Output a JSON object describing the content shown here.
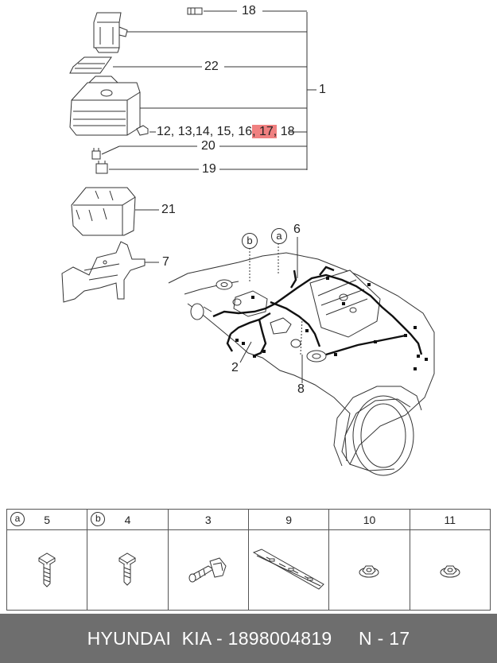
{
  "callouts": {
    "n18": "18",
    "n22": "22",
    "n1": "1",
    "seq_a": "12, 13,14, 15, 16",
    "seq_hl": ", 17,",
    "seq_b": " 18",
    "n20": "20",
    "n19": "19",
    "n21": "21",
    "n7": "7",
    "n6": "6",
    "n2": "2",
    "n8": "8",
    "mark_a": "a",
    "mark_b": "b"
  },
  "parts_table": {
    "columns": [
      {
        "marker": "a",
        "number": "5",
        "part": "bolt-washer"
      },
      {
        "marker": "b",
        "number": "4",
        "part": "bolt-washer"
      },
      {
        "marker": "",
        "number": "3",
        "part": "grommet-clip"
      },
      {
        "marker": "",
        "number": "9",
        "part": "protector-strip"
      },
      {
        "marker": "",
        "number": "10",
        "part": "flange-nut"
      },
      {
        "marker": "",
        "number": "11",
        "part": "flange-nut"
      }
    ]
  },
  "footer": {
    "brand": "HYUNDAI  KIA - 1898004819",
    "page": "N - 17"
  },
  "colors": {
    "highlight": "#f08080",
    "footer_bg": "#6e6e6e",
    "line": "#333333"
  }
}
